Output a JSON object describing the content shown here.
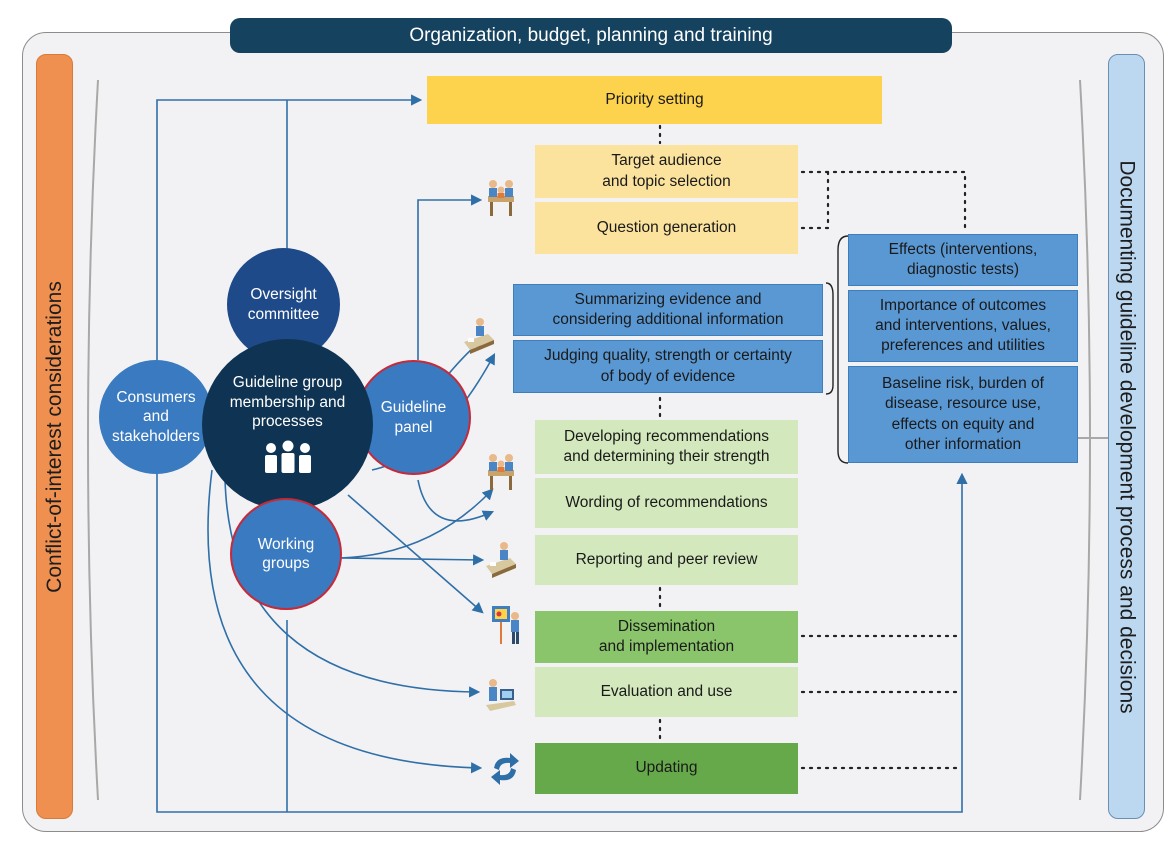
{
  "banner": {
    "text": "Organization, budget, planning and training"
  },
  "side_left": {
    "text": "Conflict-of-interest considerations"
  },
  "side_right": {
    "text": "Documenting guideline development process and decisions"
  },
  "steps": {
    "priority": "Priority setting",
    "target": "Target audience\nand topic selection",
    "question": "Question generation",
    "summarizing": "Summarizing evidence and\nconsidering additional information",
    "judging": "Judging quality, strength or certainty\nof body of evidence",
    "developing": "Developing recommendations\nand determining their strength",
    "wording": "Wording of recommendations",
    "reporting": "Reporting and peer review",
    "dissemination": "Dissemination\nand implementation",
    "evaluation": "Evaluation and use",
    "updating": "Updating"
  },
  "factors": {
    "effects": "Effects (interventions,\ndiagnostic tests)",
    "importance": "Importance of outcomes\nand interventions, values,\npreferences and utilities",
    "baseline": "Baseline risk, burden of\ndisease, resource use,\neffects on equity and\nother information"
  },
  "groups": {
    "oversight": "Oversight\ncommittee",
    "consumers": "Consumers\nand\nstakeholders",
    "core": "Guideline group\nmembership and\nprocesses",
    "panel": "Guideline\npanel",
    "working": "Working\ngroups"
  },
  "icons": [
    "meeting-icon",
    "desk-worker-icon",
    "presentation-icon",
    "computer-user-icon",
    "refresh-arrows-icon",
    "people-group-icon"
  ],
  "colors": {
    "banner": "#15425f",
    "left_bar": "#f09050",
    "right_bar": "#bcd8f0",
    "priority": "#fdd24d",
    "light_yellow": "#fce39d",
    "blue_box": "#5a98d4",
    "light_green": "#d3e8bd",
    "mid_green": "#8bc56b",
    "dark_green": "#66a94a",
    "core_circle": "#0f3453",
    "panel_border": "#c52a3a",
    "connector": "#2f6fa8"
  }
}
